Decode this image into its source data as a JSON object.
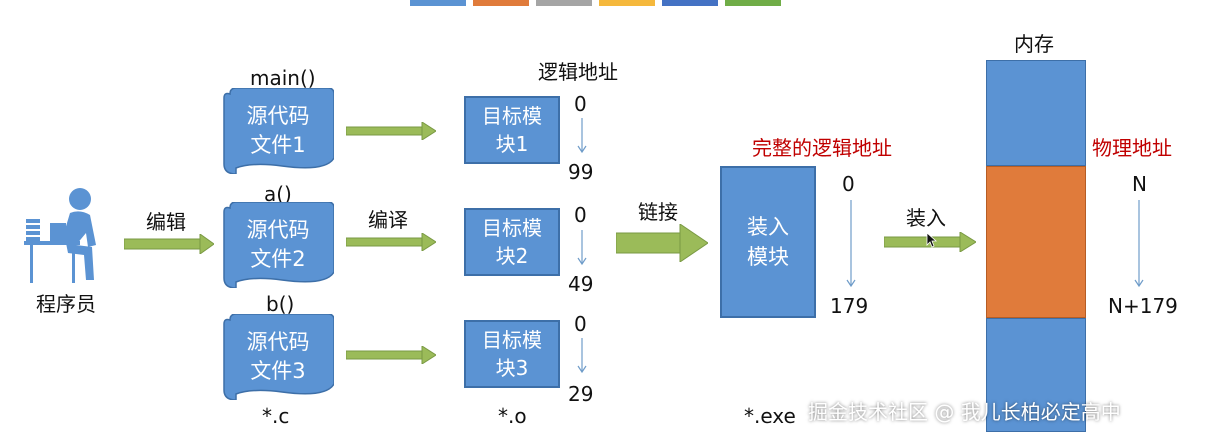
{
  "colors": {
    "block_blue": "#5b93d3",
    "block_orange": "#e07b3b",
    "arrow_green": "#9bbb59",
    "red_label": "#c00000",
    "thin_arrow": "#6f9cc9"
  },
  "top_swatches": [
    "#5b93d3",
    "#e07b3b",
    "#a5a5a5",
    "#f5b83c",
    "#4472c4",
    "#70ad47"
  ],
  "programmer": {
    "label": "程序员",
    "icon": "programmer-icon"
  },
  "edit_label": "编辑",
  "compile_label": "编译",
  "link_label": "链接",
  "load_arrow_label": "装入",
  "source_files": [
    {
      "func": "main()",
      "line1": "源代码",
      "line2": "文件1"
    },
    {
      "func": "a()",
      "line1": "源代码",
      "line2": "文件2"
    },
    {
      "func": "b()",
      "line1": "源代码",
      "line2": "文件3"
    }
  ],
  "source_ext": "*.c",
  "object_modules": [
    {
      "line1": "目标模",
      "line2": "块1",
      "start": "0",
      "end": "99"
    },
    {
      "line1": "目标模",
      "line2": "块2",
      "start": "0",
      "end": "49"
    },
    {
      "line1": "目标模",
      "line2": "块3",
      "start": "0",
      "end": "29"
    }
  ],
  "object_ext": "*.o",
  "logical_address_title": "逻辑地址",
  "full_logical_address_title": "完整的逻辑地址",
  "load_module": {
    "line1": "装入",
    "line2": "模块",
    "start": "0",
    "end": "179",
    "ext": "*.exe"
  },
  "memory": {
    "title": "内存",
    "segments": [
      "blue",
      "orange",
      "blue"
    ]
  },
  "physical_address": {
    "title": "物理地址",
    "start": "N",
    "end": "N+179"
  },
  "watermark": "掘金技术社区 @ 我儿长柏必定高中"
}
